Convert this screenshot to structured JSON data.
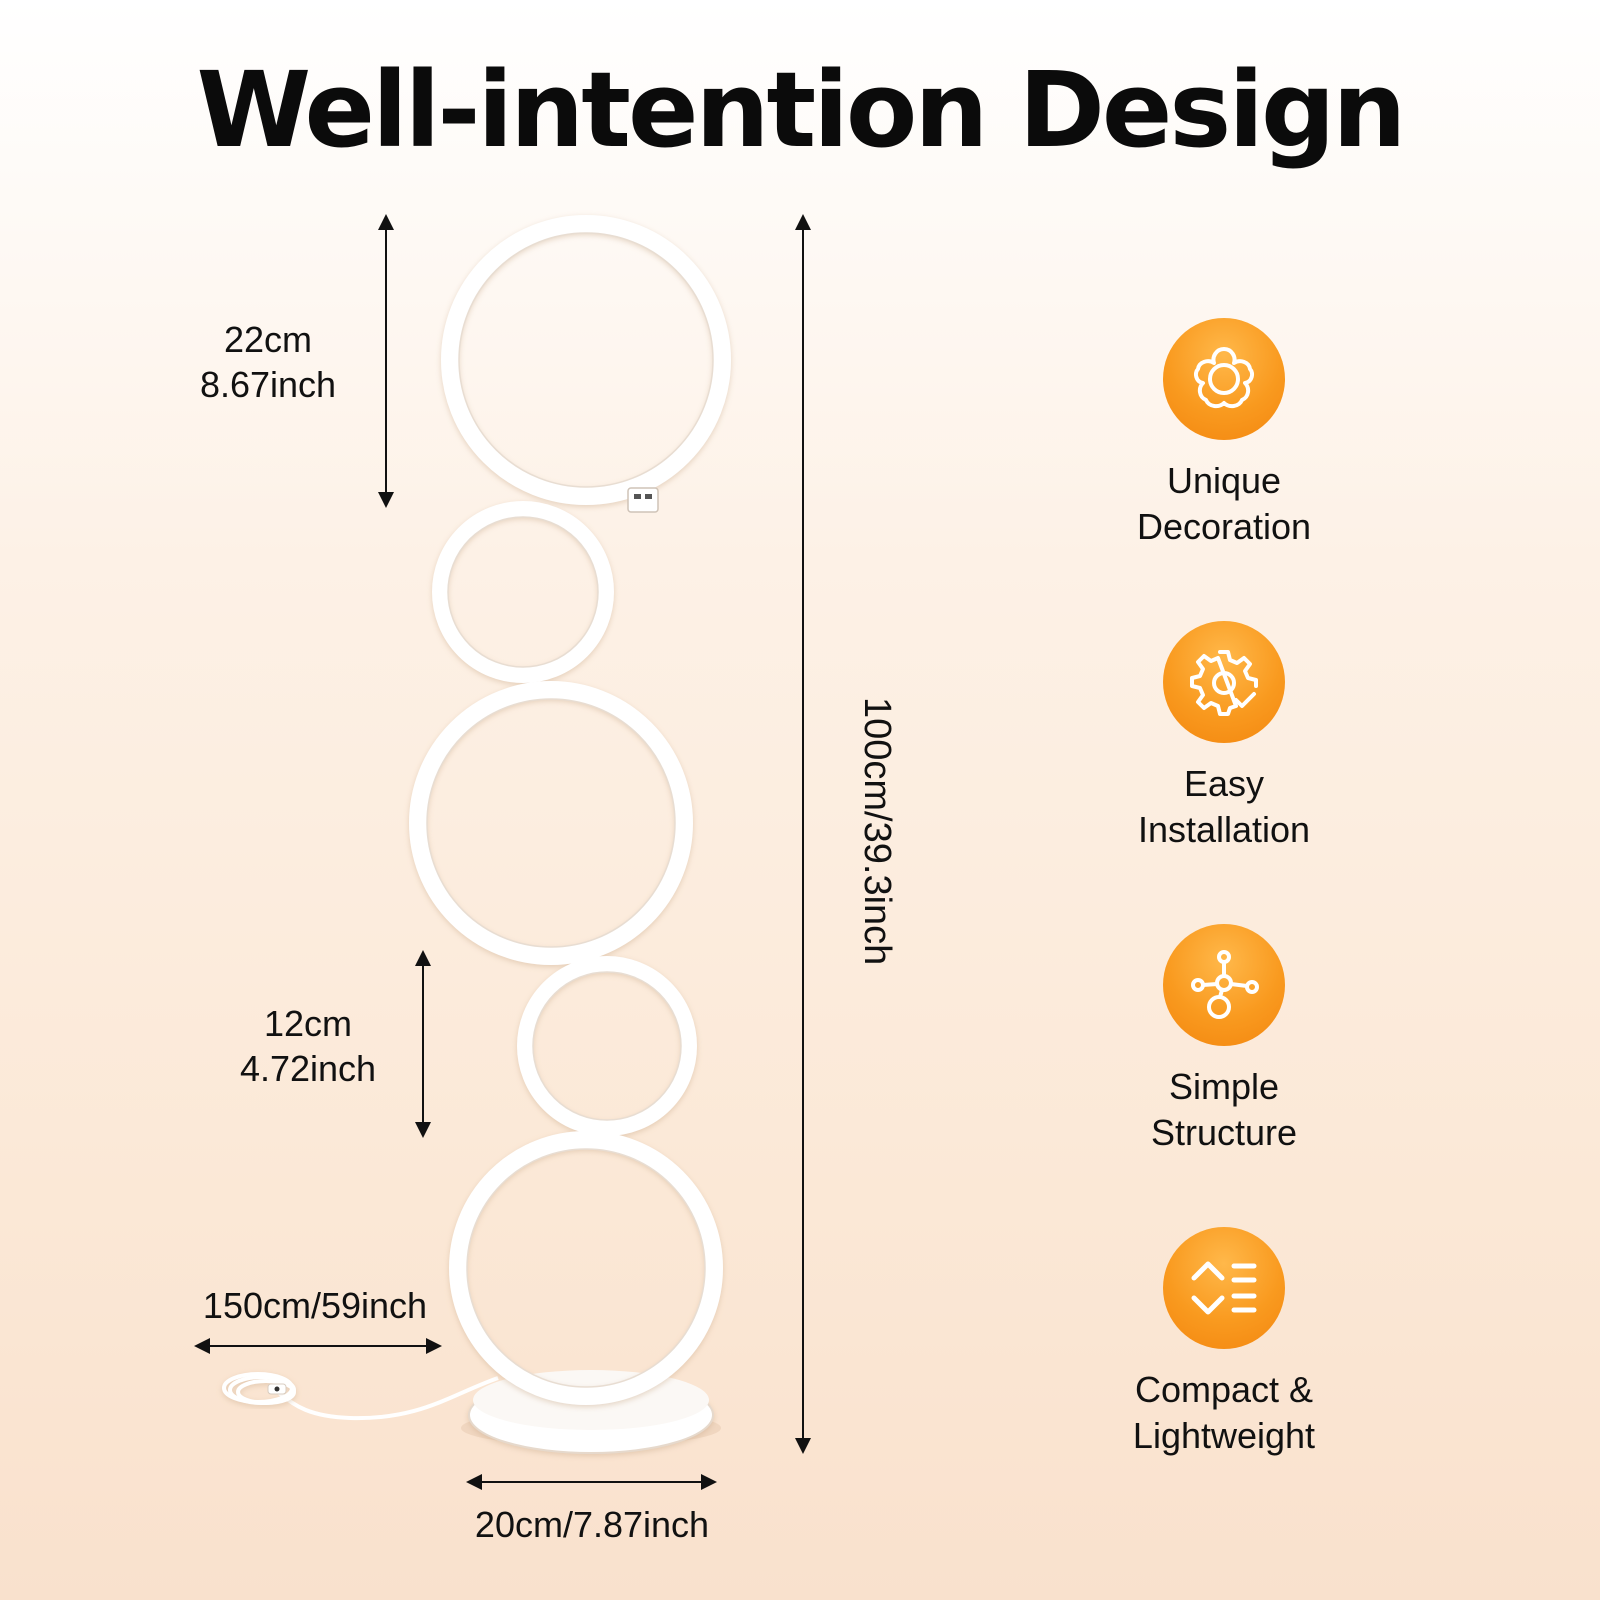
{
  "title": "Well-intention Design",
  "dimensions": {
    "ring_top_cm": "22cm",
    "ring_top_inch": "8.67inch",
    "ring_small_cm": "12cm",
    "ring_small_inch": "4.72inch",
    "cable": "150cm/59inch",
    "base": "20cm/7.87inch",
    "height": "100cm/39.3inch"
  },
  "features": [
    {
      "icon": "flower-icon",
      "line1": "Unique",
      "line2": "Decoration"
    },
    {
      "icon": "gear-check-icon",
      "line1": "Easy",
      "line2": "Installation"
    },
    {
      "icon": "network-nodes-icon",
      "line1": "Simple",
      "line2": "Structure"
    },
    {
      "icon": "compact-list-icon",
      "line1": "Compact &",
      "line2": "Lightweight"
    }
  ],
  "colors": {
    "accent_orange": "#f99a1f",
    "text": "#111111",
    "lamp_white": "#ffffff"
  }
}
